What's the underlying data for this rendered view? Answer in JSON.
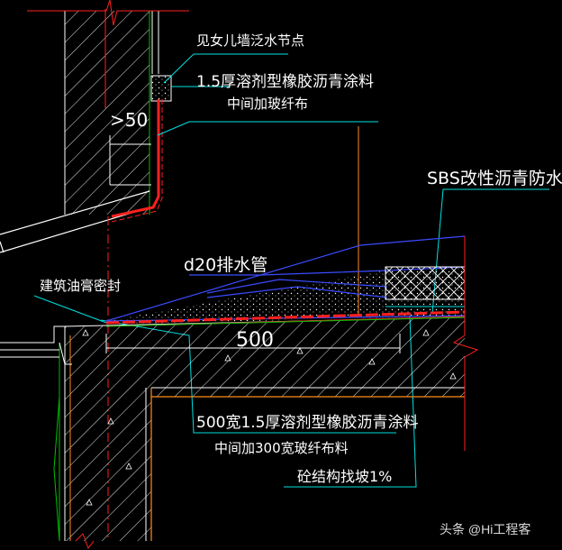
{
  "labels": {
    "parapet_ref": "见女儿墙泛水节点",
    "coating_upper_line1": "1.5厚溶剂型橡胶沥青涂料",
    "coating_upper_line2": "中间加玻纤布",
    "dim_gt50": ">50",
    "sbs": "SBS改性沥青防水卷材",
    "drain_pipe": "d20排水管",
    "sealant": "建筑油膏密封",
    "dim_500": "500",
    "coating_lower_line1": "500宽1.5厚溶剂型橡胶沥青涂料",
    "coating_lower_line2": "中间加300宽玻纤布料",
    "slope": "砼结构找坡1%"
  },
  "watermark": "头条 @Hi工程客",
  "colors": {
    "background": "#000000",
    "concrete_hatch": "#ffffff",
    "waterproof_red": "#ff2020",
    "leader_cyan": "#00e0e0",
    "leader_blue": "#3b4bff",
    "axis_orange": "#ff8c1a",
    "accent_green": "#00c000",
    "text": "#ffffff"
  },
  "icons": {
    "watermark_logo": "toutiao-logo-icon"
  }
}
